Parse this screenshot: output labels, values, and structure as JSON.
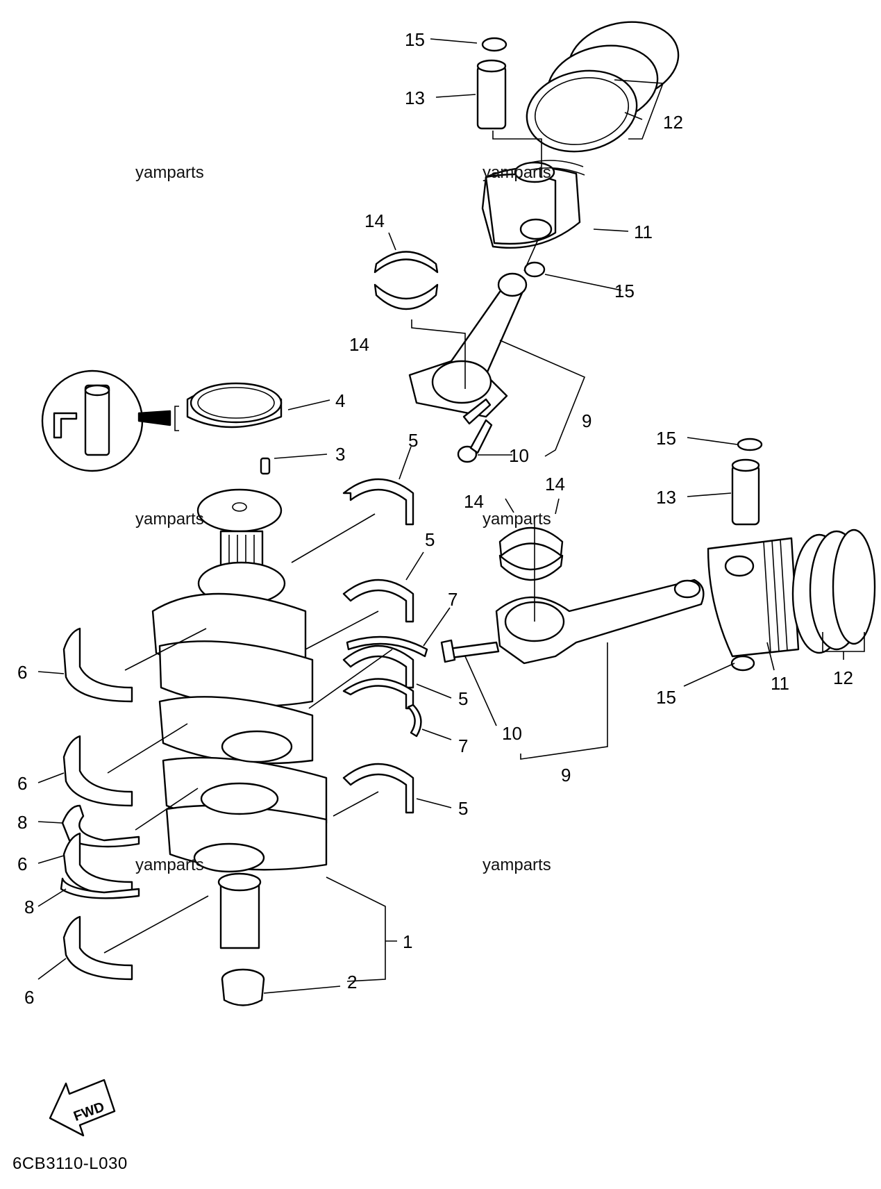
{
  "diagram": {
    "callouts": {
      "c1": "1",
      "c2": "2",
      "c3": "3",
      "c4": "4",
      "c5a": "5",
      "c5b": "5",
      "c5c": "5",
      "c5d": "5",
      "c6a": "6",
      "c6b": "6",
      "c6c": "6",
      "c6d": "6",
      "c7a": "7",
      "c7b": "7",
      "c8a": "8",
      "c8b": "8",
      "c9a": "9",
      "c9b": "9",
      "c10a": "10",
      "c10b": "10",
      "c11a": "11",
      "c11b": "11",
      "c12a": "12",
      "c12b": "12",
      "c13a": "13",
      "c13b": "13",
      "c14a": "14",
      "c14b": "14",
      "c14c": "14",
      "c14d": "14",
      "c15a": "15",
      "c15b": "15",
      "c15c": "15",
      "c15d": "15"
    },
    "watermark": "yamparts",
    "fwd_label": "FWD",
    "diagram_code": "6CB3110-L030"
  }
}
